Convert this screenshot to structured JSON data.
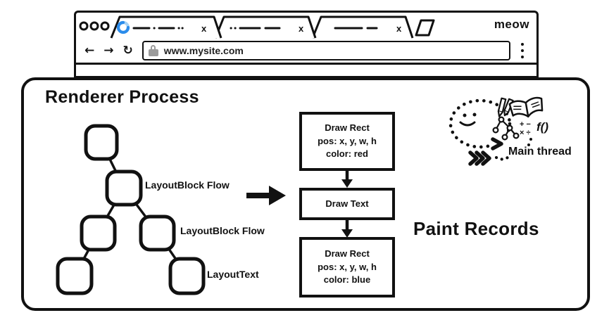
{
  "browser_chrome": {
    "brand_label": "meow",
    "tabs": [
      {
        "id": "tab-1",
        "state": "loading",
        "close_label": "x"
      },
      {
        "id": "tab-2",
        "close_label": "x"
      },
      {
        "id": "tab-3",
        "close_label": "x"
      }
    ],
    "navigation": {
      "back_icon": "←",
      "forward_icon": "→",
      "reload_icon": "↻",
      "url_value": "www.mysite.com"
    }
  },
  "renderer_panel": {
    "title": "Renderer Process",
    "layout_tree_labels": [
      "LayoutBlock Flow",
      "LayoutBlock Flow",
      "LayoutText"
    ],
    "paint_records": {
      "heading": "Paint Records",
      "records": [
        {
          "lines": [
            "Draw Rect",
            "pos: x, y, w, h",
            "color: red"
          ]
        },
        {
          "lines": [
            "Draw Text"
          ]
        },
        {
          "lines": [
            "Draw Rect",
            "pos: x, y, w, h",
            "color: blue"
          ]
        }
      ]
    },
    "main_thread": {
      "label": "Main thread",
      "function_doodle": "f()",
      "math_doodle_row1": "+ −",
      "math_doodle_row2": "× ÷"
    }
  },
  "colors": {
    "ink": "#111111",
    "spinner_dark": "#2b8ceb",
    "spinner_light": "#a5d2f5",
    "lock_gray": "#9b9b9b"
  }
}
